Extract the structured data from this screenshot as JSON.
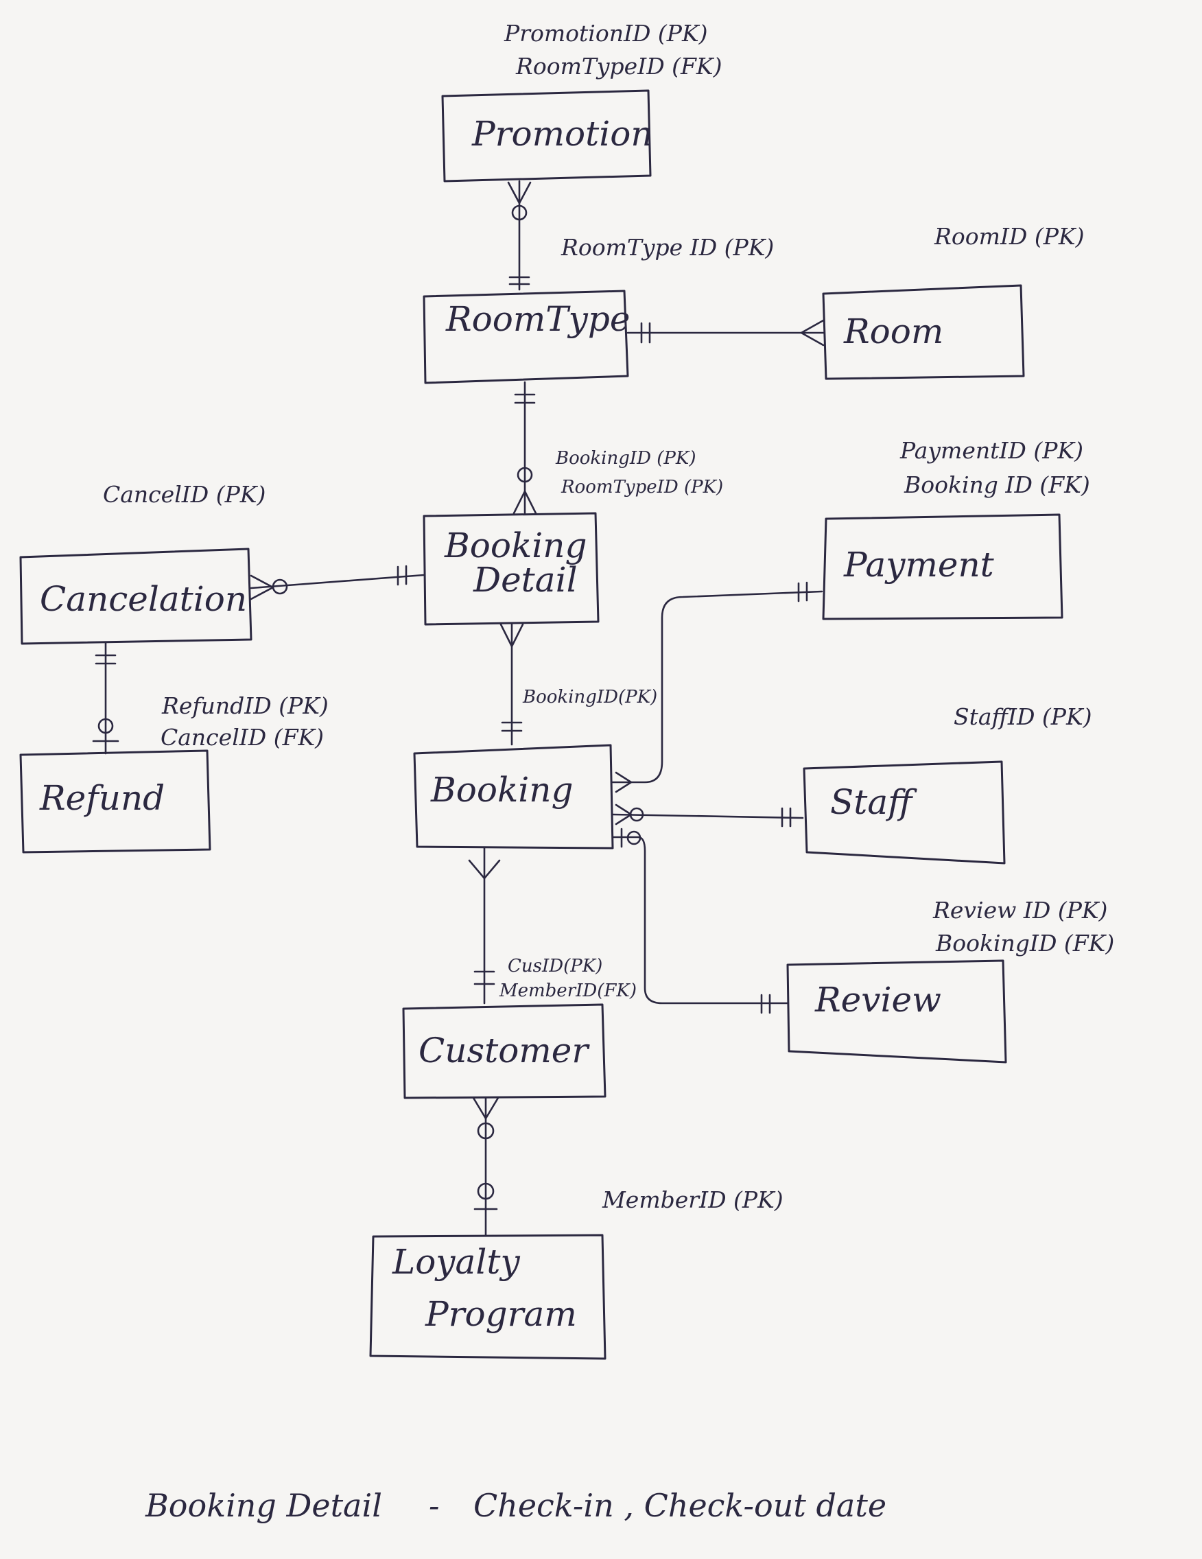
{
  "entities": {
    "promotion": "Promotion",
    "roomtype": "RoomType",
    "room": "Room",
    "booking_detail_line1": "Booking",
    "booking_detail_line2": "Detail",
    "cancelation": "Cancelation",
    "payment": "Payment",
    "refund": "Refund",
    "booking": "Booking",
    "staff": "Staff",
    "review": "Review",
    "customer": "Customer",
    "loyalty_line1": "Loyalty",
    "loyalty_line2": "Program"
  },
  "attributes": {
    "promotion": [
      "PromotionID (PK)",
      "RoomTypeID (FK)"
    ],
    "roomtype": [
      "RoomType ID (PK)"
    ],
    "room": [
      "RoomID (PK)"
    ],
    "booking_detail": [
      "BookingID (PK)",
      "RoomTypeID (PK)"
    ],
    "cancelation": [
      "CancelID (PK)"
    ],
    "payment": [
      "PaymentID (PK)",
      "Booking ID (FK)"
    ],
    "refund": [
      "RefundID (PK)",
      "CancelID (FK)"
    ],
    "booking": [
      "BookingID(PK)"
    ],
    "staff": [
      "StaffID (PK)"
    ],
    "review": [
      "Review ID (PK)",
      "BookingID (FK)"
    ],
    "customer": [
      "CusID(PK)",
      "MemberID(FK)"
    ],
    "loyalty": [
      "MemberID (PK)"
    ]
  },
  "note": {
    "subject": "Booking Detail",
    "dash": "-",
    "text": "Check-in , Check-out date"
  }
}
